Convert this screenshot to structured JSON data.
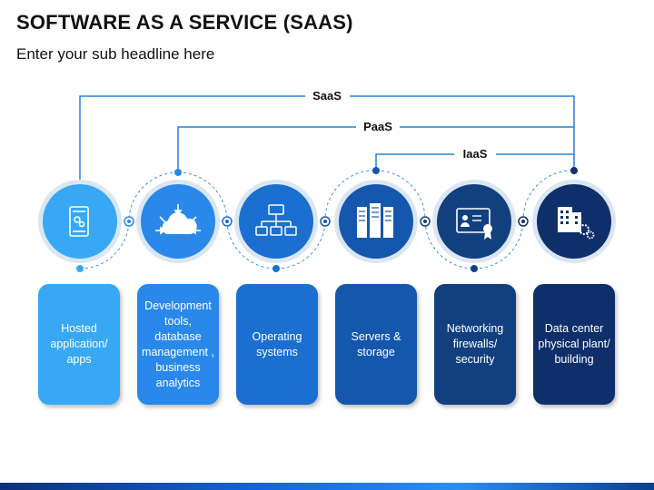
{
  "header": {
    "title": "SOFTWARE AS A SERVICE (SAAS)",
    "subtitle": "Enter your sub headline here"
  },
  "brackets": {
    "saas": "SaaS",
    "paas": "PaaS",
    "iaas": "IaaS"
  },
  "items": [
    {
      "icon": "mobile-app-icon",
      "label": "Hosted application/ apps",
      "color": "#38a8f5"
    },
    {
      "icon": "cloud-download-icon",
      "label": "Development tools, database management , business analytics",
      "color": "#2a88ea"
    },
    {
      "icon": "network-icon",
      "label": "Operating systems",
      "color": "#1a6fd0"
    },
    {
      "icon": "server-icon",
      "label": "Servers & storage",
      "color": "#1557ad"
    },
    {
      "icon": "certificate-icon",
      "label": "Networking firewalls/ security",
      "color": "#12407f"
    },
    {
      "icon": "building-icon",
      "label": "Data center physical plant/ building",
      "color": "#0f2f6b"
    }
  ],
  "colors": {
    "connector": "#2a80d8",
    "dashed": "#3a8ee0"
  }
}
